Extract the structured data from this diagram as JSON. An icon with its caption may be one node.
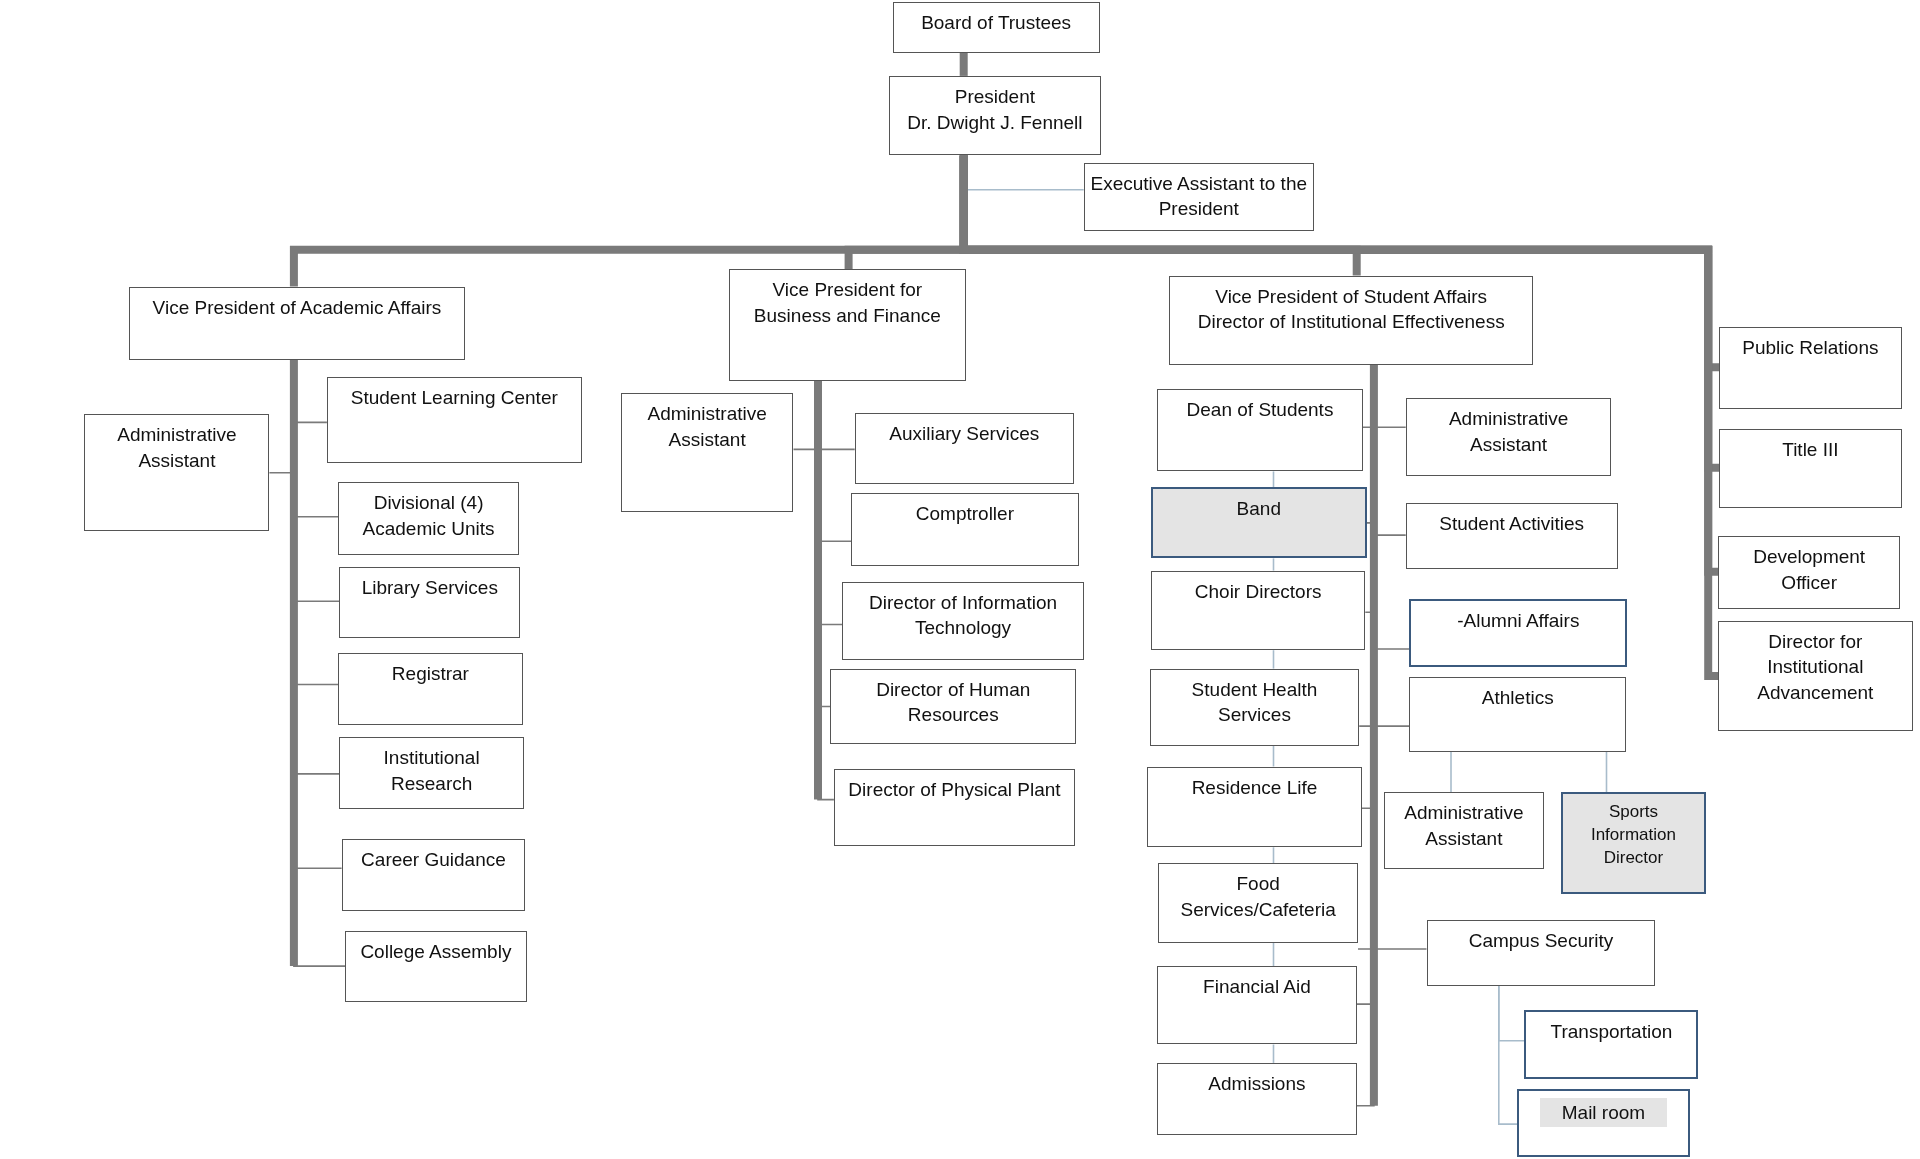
{
  "diagram": {
    "nodes": [
      {
        "text": [
          "Board of Trustees"
        ]
      },
      {
        "text": [
          "President",
          "Dr. Dwight J. Fennell"
        ]
      },
      {
        "text": [
          "Executive Assistant to the President"
        ]
      },
      {
        "text": [
          "Vice President of Academic Affairs"
        ]
      },
      {
        "text": [
          "Administrative Assistant"
        ]
      },
      {
        "text": [
          "Student Learning Center"
        ]
      },
      {
        "text": [
          "Divisional (4) Academic Units"
        ]
      },
      {
        "text": [
          "Library Services"
        ]
      },
      {
        "text": [
          "Registrar"
        ]
      },
      {
        "text": [
          "Institutional Research"
        ]
      },
      {
        "text": [
          "Career Guidance"
        ]
      },
      {
        "text": [
          "College Assembly"
        ]
      },
      {
        "text": [
          "Vice President for Business and Finance"
        ]
      },
      {
        "text": [
          "Administrative Assistant"
        ]
      },
      {
        "text": [
          "Auxiliary Services"
        ]
      },
      {
        "text": [
          "Comptroller"
        ]
      },
      {
        "text": [
          "Director of Information Technology"
        ]
      },
      {
        "text": [
          "Director of Human Resources"
        ]
      },
      {
        "text": [
          "Director of Physical Plant"
        ]
      },
      {
        "text": [
          "Vice President of Student Affairs",
          "Director of Institutional Effectiveness"
        ]
      },
      {
        "text": [
          "Dean of Students"
        ]
      },
      {
        "text": [
          "Band"
        ]
      },
      {
        "text": [
          "Choir Directors"
        ]
      },
      {
        "text": [
          "Student Health Services"
        ]
      },
      {
        "text": [
          "Residence Life"
        ]
      },
      {
        "text": [
          "Food Services/Cafeteria"
        ]
      },
      {
        "text": [
          "Financial Aid"
        ]
      },
      {
        "text": [
          "Admissions"
        ]
      },
      {
        "text": [
          "Administrative Assistant"
        ]
      },
      {
        "text": [
          "Student Activities"
        ]
      },
      {
        "text": [
          "-Alumni Affairs"
        ]
      },
      {
        "text": [
          "Athletics"
        ]
      },
      {
        "text": [
          "Administrative Assistant"
        ]
      },
      {
        "text": [
          "Sports Information Director"
        ]
      },
      {
        "text": [
          "Campus Security"
        ]
      },
      {
        "text": [
          "Transportation"
        ]
      },
      {
        "text": [
          "Mail room"
        ]
      },
      {
        "text": [
          "Public Relations"
        ]
      },
      {
        "text": [
          "Title III"
        ]
      },
      {
        "text": [
          "Development Officer"
        ]
      },
      {
        "text": [
          "Director for Institutional Advancement"
        ]
      }
    ],
    "edges": [
      {
        "from": 0,
        "to": 1,
        "arrow": "none"
      },
      {
        "from": 1,
        "to": 2,
        "arrow": "none",
        "color": "#a8bccb"
      },
      {
        "from": 1,
        "to": 3,
        "arrow": "none"
      },
      {
        "from": 1,
        "to": 12,
        "arrow": "none"
      },
      {
        "from": 1,
        "to": 19,
        "arrow": "none"
      },
      {
        "from": 1,
        "to": 37,
        "arrow": "none"
      },
      {
        "from": 1,
        "to": 38,
        "arrow": "none"
      },
      {
        "from": 1,
        "to": 39,
        "arrow": "none"
      },
      {
        "from": 1,
        "to": 40,
        "arrow": "none"
      },
      {
        "from": 3,
        "to": 4,
        "arrow": "none"
      },
      {
        "from": 3,
        "to": 5,
        "arrow": "none"
      },
      {
        "from": 3,
        "to": 6,
        "arrow": "none"
      },
      {
        "from": 3,
        "to": 7,
        "arrow": "none"
      },
      {
        "from": 3,
        "to": 8,
        "arrow": "none"
      },
      {
        "from": 3,
        "to": 9,
        "arrow": "none"
      },
      {
        "from": 3,
        "to": 10,
        "arrow": "none"
      },
      {
        "from": 3,
        "to": 11,
        "arrow": "none"
      },
      {
        "from": 12,
        "to": 13,
        "arrow": "none"
      },
      {
        "from": 12,
        "to": 14,
        "arrow": "none"
      },
      {
        "from": 12,
        "to": 15,
        "arrow": "none"
      },
      {
        "from": 12,
        "to": 16,
        "arrow": "none"
      },
      {
        "from": 12,
        "to": 17,
        "arrow": "none"
      },
      {
        "from": 12,
        "to": 18,
        "arrow": "none"
      },
      {
        "from": 19,
        "to": 20,
        "arrow": "none"
      },
      {
        "from": 19,
        "to": 21,
        "arrow": "none"
      },
      {
        "from": 19,
        "to": 22,
        "arrow": "none"
      },
      {
        "from": 19,
        "to": 23,
        "arrow": "none"
      },
      {
        "from": 19,
        "to": 24,
        "arrow": "none"
      },
      {
        "from": 19,
        "to": 25,
        "arrow": "none"
      },
      {
        "from": 19,
        "to": 26,
        "arrow": "none"
      },
      {
        "from": 19,
        "to": 27,
        "arrow": "none"
      },
      {
        "from": 19,
        "to": 28,
        "arrow": "none"
      },
      {
        "from": 19,
        "to": 29,
        "arrow": "none"
      },
      {
        "from": 19,
        "to": 30,
        "arrow": "none"
      },
      {
        "from": 19,
        "to": 31,
        "arrow": "none"
      },
      {
        "from": 19,
        "to": 34,
        "arrow": "none"
      },
      {
        "from": 20,
        "to": 21,
        "arrow": "none",
        "color": "#a8bccb"
      },
      {
        "from": 21,
        "to": 22,
        "arrow": "none",
        "color": "#a8bccb"
      },
      {
        "from": 22,
        "to": 23,
        "arrow": "none",
        "color": "#a8bccb"
      },
      {
        "from": 23,
        "to": 24,
        "arrow": "none",
        "color": "#a8bccb"
      },
      {
        "from": 24,
        "to": 25,
        "arrow": "none",
        "color": "#a8bccb"
      },
      {
        "from": 25,
        "to": 26,
        "arrow": "none",
        "color": "#a8bccb"
      },
      {
        "from": 26,
        "to": 27,
        "arrow": "none",
        "color": "#a8bccb"
      },
      {
        "from": 31,
        "to": 32,
        "arrow": "none",
        "color": "#a8bccb"
      },
      {
        "from": 31,
        "to": 33,
        "arrow": "none",
        "color": "#a8bccb"
      },
      {
        "from": 34,
        "to": 35,
        "arrow": "none",
        "color": "#a8bccb"
      },
      {
        "from": 34,
        "to": 36,
        "arrow": "none",
        "color": "#a8bccb"
      }
    ]
  }
}
